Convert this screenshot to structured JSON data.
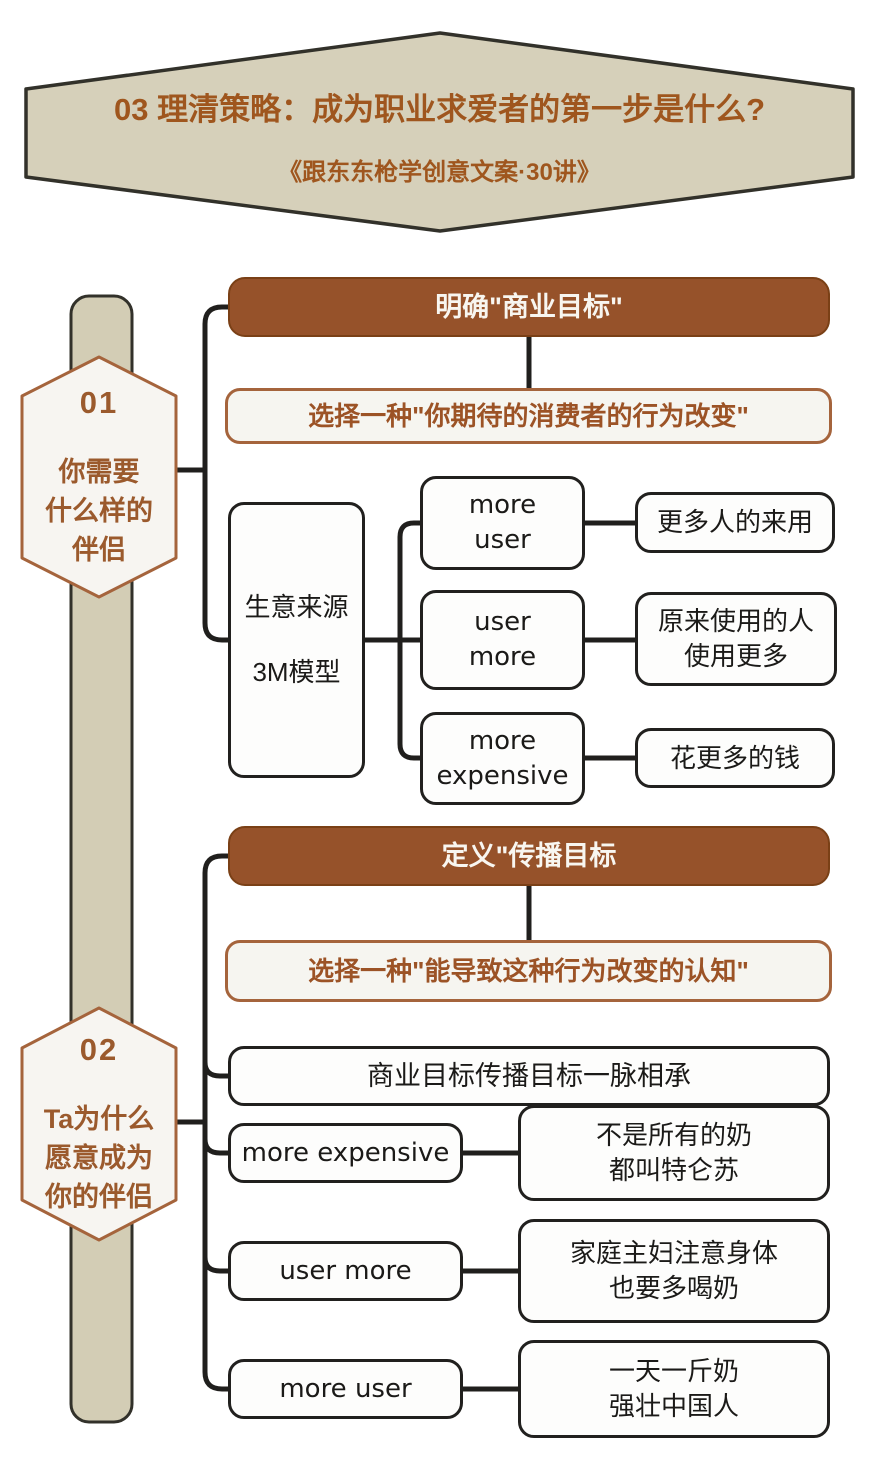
{
  "type": "mindmap-infographic",
  "colors": {
    "banner_fill": "#d6d0ba",
    "banner_text": "#9f561e",
    "brown_node": "#96522a",
    "brown_node_text": "#f8f6f0",
    "outlined_node_border": "#a5643c",
    "outlined_node_text": "#9c5326",
    "plain_node_border": "#21201e",
    "hexagon_border": "#a5643c",
    "hexagon_text": "#9b5a2d",
    "timeline_bar": "#d3cdb5",
    "connector": "#201f1d"
  },
  "banner": {
    "title": "03 理清策略：成为职业求爱者的第一步是什么?",
    "subtitle": "《跟东东枪学创意文案·30讲》"
  },
  "hex1": {
    "number": "01",
    "label": "你需要\n什么样的\n伴侣"
  },
  "hex2": {
    "number": "02",
    "label": "Ta为什么\n愿意成为\n你的伴侣"
  },
  "s1": {
    "header": "明确\"商业目标\"",
    "choose": "选择一种\"你期待的消费者的行为改变\"",
    "source_line1": "生意来源",
    "source_line2": "3M模型",
    "rows": [
      {
        "key": "more\nuser",
        "value": "更多人的来用"
      },
      {
        "key": "user\nmore",
        "value": "原来使用的人\n使用更多"
      },
      {
        "key": "more\nexpensive",
        "value": "花更多的钱"
      }
    ]
  },
  "s2": {
    "header": "定义\"传播目标",
    "choose": "选择一种\"能导致这种行为改变的认知\"",
    "note": "商业目标传播目标一脉相承",
    "rows": [
      {
        "key": "more expensive",
        "value": "不是所有的奶\n都叫特仑苏"
      },
      {
        "key": "user more",
        "value": "家庭主妇注意身体\n也要多喝奶"
      },
      {
        "key": "more user",
        "value": "一天一斤奶\n强壮中国人"
      }
    ]
  }
}
